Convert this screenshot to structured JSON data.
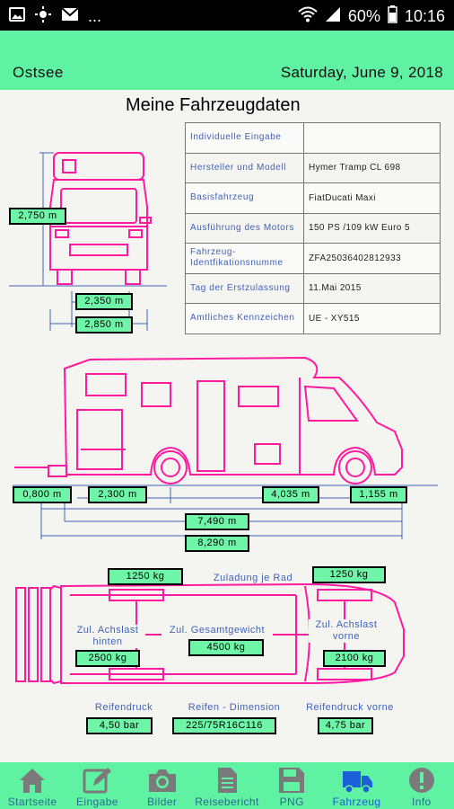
{
  "status_bar": {
    "left_icons": [
      "image-icon",
      "brightness-icon",
      "mail-icon",
      "more-dots"
    ],
    "more": "...",
    "battery": "60%",
    "time": "10:16"
  },
  "header": {
    "location": "Ostsee",
    "date": "Saturday, June 9, 2018"
  },
  "page_title": "Meine Fahrzeugdaten",
  "vehicle_table": [
    {
      "label": "Individuelle Eingabe",
      "value": ""
    },
    {
      "label": "Hersteller und Modell",
      "value": "Hymer Tramp CL 698"
    },
    {
      "label": "Basisfahrzeug",
      "value": "FiatDucati Maxi"
    },
    {
      "label": "Ausführung des Motors",
      "value": "150 PS /109 kW Euro 5"
    },
    {
      "label": "Fahrzeug-Identfikationsnumme",
      "value": "ZFA25036402812933"
    },
    {
      "label": "Tag der Erstzulassung",
      "value": "11.Mai 2015"
    },
    {
      "label": "Amtliches Kennzeichen",
      "value": "UE - XY515"
    }
  ],
  "front_dims": {
    "height": "2,750 m",
    "inner_width": "2,350 m",
    "outer_width": "2,850 m"
  },
  "side_dims": {
    "rear_overhang": "0,800 m",
    "rear_to_axle": "2,300 m",
    "wheelbase": "4,035 m",
    "front_overhang": "1,155 m",
    "length_body": "7,490 m",
    "length_total": "8,290 m"
  },
  "load": {
    "per_wheel_label": "Zuladung je Rad",
    "rear_wheel_load": "1250 kg",
    "front_wheel_load": "1250 kg",
    "rear_axle_label": "Zul. Achslast hinten",
    "rear_axle_value": "2500 kg",
    "total_label": "Zul. Gesamtgewicht",
    "total_value": "4500 kg",
    "front_axle_label": "Zul. Achslast vorne",
    "front_axle_value": "2100 kg"
  },
  "tires": {
    "rear_pressure_label": "Reifendruck",
    "rear_pressure": "4,50 bar",
    "dimension_label": "Reifen - Dimension",
    "dimension": "225/75R16C116",
    "front_pressure_label": "Reifendruck vorne",
    "front_pressure": "4,75 bar"
  },
  "nav": [
    {
      "label": "Startseite",
      "icon": "home-icon"
    },
    {
      "label": "Eingabe",
      "icon": "edit-icon"
    },
    {
      "label": "Bilder",
      "icon": "camera-icon"
    },
    {
      "label": "Reisebericht",
      "icon": "document-icon"
    },
    {
      "label": "PNG",
      "icon": "save-icon"
    },
    {
      "label": "Fahrzeug",
      "icon": "truck-icon",
      "active": true
    },
    {
      "label": "Info",
      "icon": "info-icon"
    }
  ],
  "colors": {
    "accent": "#5ff2a2",
    "drawing": "#ff1aa0",
    "dimension_line": "#3f63b8",
    "label_blue": "#3f63b8"
  }
}
